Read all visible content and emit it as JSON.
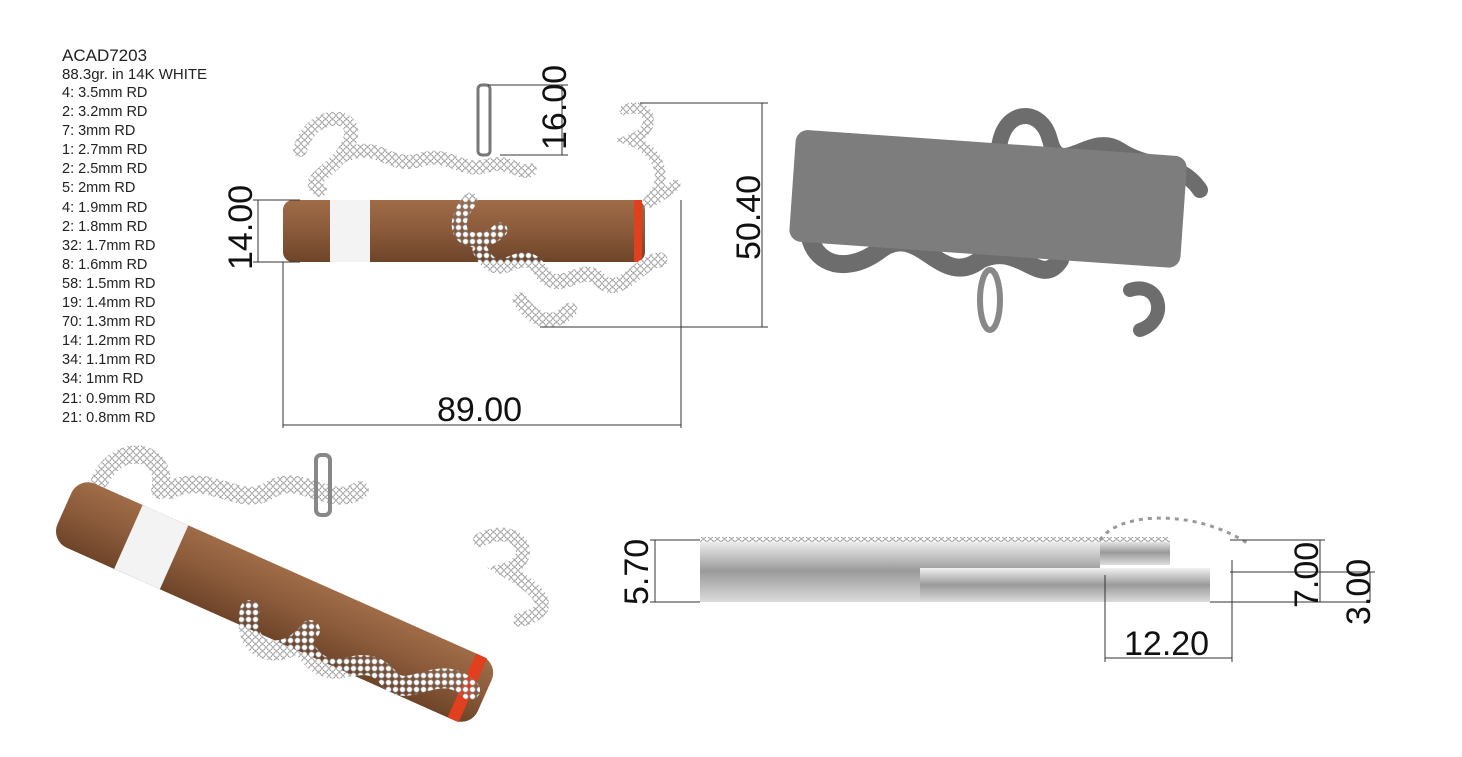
{
  "specs": {
    "model_code": "ACAD7203",
    "metal": "88.3gr. in 14K WHITE",
    "stones": [
      "4: 3.5mm RD",
      "2: 3.2mm RD",
      "7: 3mm RD",
      "1: 2.7mm RD",
      "2: 2.5mm RD",
      "5: 2mm RD",
      "4: 1.9mm RD",
      "2: 1.8mm RD",
      "32: 1.7mm RD",
      "8: 1.6mm RD",
      "58: 1.5mm RD",
      "19: 1.4mm RD",
      "70: 1.3mm RD",
      "14: 1.2mm RD",
      "34: 1.1mm RD",
      "34: 1mm RD",
      "21: 0.9mm RD",
      "21: 0.8mm RD"
    ]
  },
  "dimensions": {
    "bail_height": "16.00",
    "cigar_height": "14.00",
    "total_height": "50.40",
    "total_width": "89.00",
    "side_depth": "5.70",
    "side_depth_right": "7.00",
    "side_thickness": "3.00",
    "bail_offset": "12.20"
  },
  "colors": {
    "cigar": "#8a5a3a",
    "cigar_tip": "#e0401e",
    "metal": "#a9a9a9",
    "back_metal": "#7d7d7d"
  }
}
